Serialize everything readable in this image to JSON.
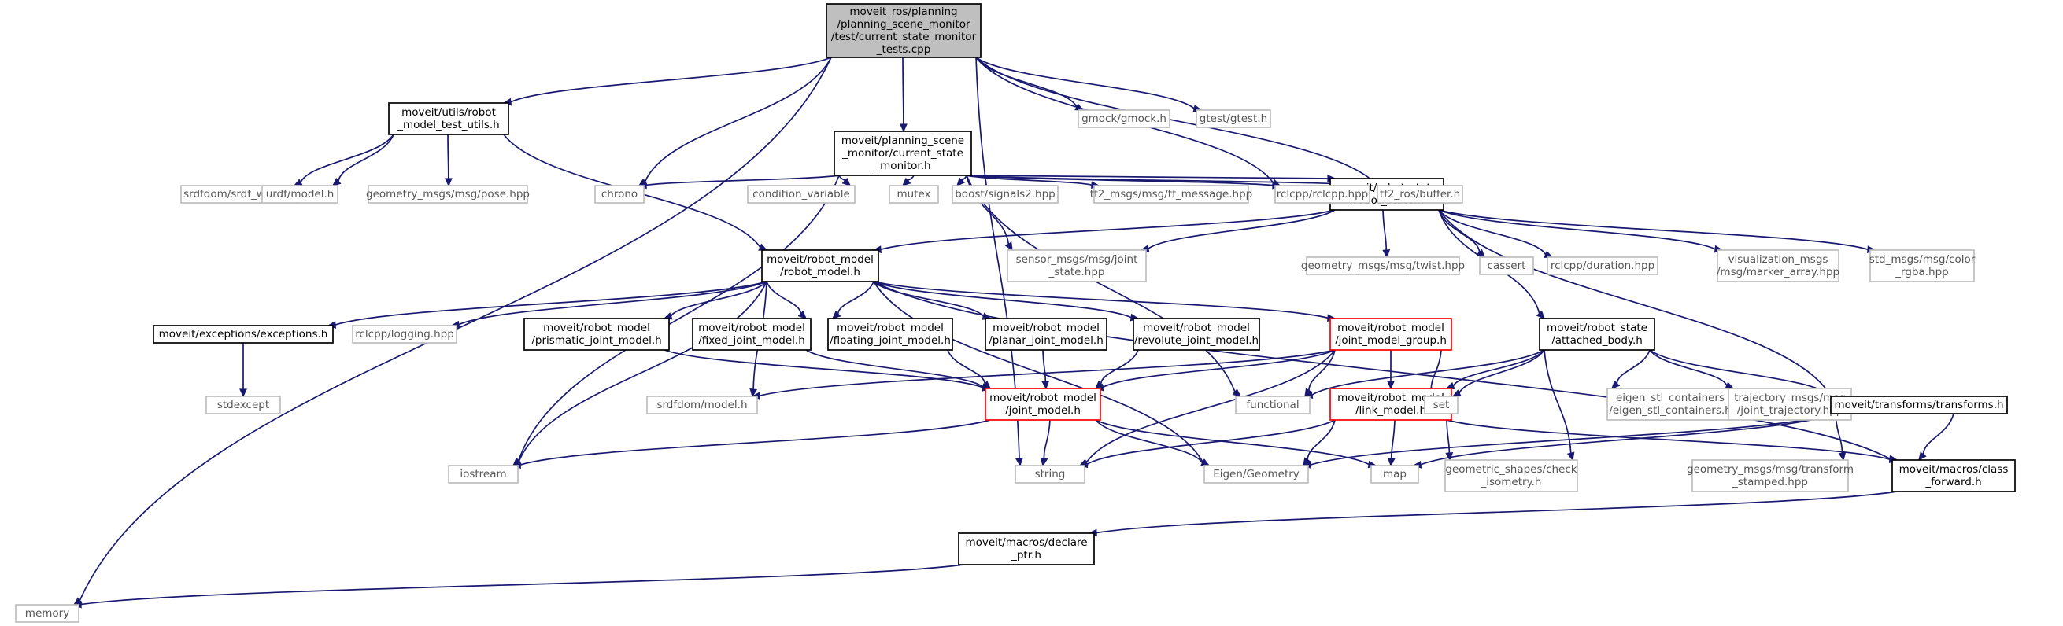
{
  "palette": {
    "edge": "#191970",
    "root_fill": "#bfbfbf",
    "border_normal": "#000000",
    "border_missing": "#bfbfbf",
    "border_truncated": "#ff0000"
  },
  "nodes": [
    {
      "id": "root",
      "lines": [
        "moveit_ros/planning",
        "/planning_scene_monitor",
        "/test/current_state_monitor",
        "_tests.cpp"
      ],
      "style": "root"
    },
    {
      "id": "test_utils",
      "lines": [
        "moveit/utils/robot",
        "_model_test_utils.h"
      ],
      "style": "normal"
    },
    {
      "id": "csm",
      "lines": [
        "moveit/planning_scene",
        "_monitor/current_state",
        "_monitor.h"
      ],
      "style": "normal"
    },
    {
      "id": "gmock",
      "lines": [
        "gmock/gmock.h"
      ],
      "style": "gray"
    },
    {
      "id": "gtest",
      "lines": [
        "gtest/gtest.h"
      ],
      "style": "gray"
    },
    {
      "id": "srdf_writer",
      "lines": [
        "srdfdom/srdf_writer.h"
      ],
      "style": "gray"
    },
    {
      "id": "urdf_model",
      "lines": [
        "urdf/model.h"
      ],
      "style": "gray"
    },
    {
      "id": "pose",
      "lines": [
        "geometry_msgs/msg/pose.hpp"
      ],
      "style": "gray"
    },
    {
      "id": "chrono",
      "lines": [
        "chrono"
      ],
      "style": "gray"
    },
    {
      "id": "cond_var",
      "lines": [
        "condition_variable"
      ],
      "style": "gray"
    },
    {
      "id": "mutex",
      "lines": [
        "mutex"
      ],
      "style": "gray"
    },
    {
      "id": "signals2",
      "lines": [
        "boost/signals2.hpp"
      ],
      "style": "gray"
    },
    {
      "id": "tf_msg",
      "lines": [
        "tf2_msgs/msg/tf_message.hpp"
      ],
      "style": "gray"
    },
    {
      "id": "robot_state",
      "lines": [
        "moveit/robot_state",
        "/robot_state.h"
      ],
      "style": "normal"
    },
    {
      "id": "rclcpp",
      "lines": [
        "rclcpp/rclcpp.hpp"
      ],
      "style": "gray"
    },
    {
      "id": "tf_buffer",
      "lines": [
        "tf2_ros/buffer.h"
      ],
      "style": "gray"
    },
    {
      "id": "robot_model",
      "lines": [
        "moveit/robot_model",
        "/robot_model.h"
      ],
      "style": "normal"
    },
    {
      "id": "joint_state",
      "lines": [
        "sensor_msgs/msg/joint",
        "_state.hpp"
      ],
      "style": "gray"
    },
    {
      "id": "twist",
      "lines": [
        "geometry_msgs/msg/twist.hpp"
      ],
      "style": "gray"
    },
    {
      "id": "cassert",
      "lines": [
        "cassert"
      ],
      "style": "gray"
    },
    {
      "id": "duration",
      "lines": [
        "rclcpp/duration.hpp"
      ],
      "style": "gray"
    },
    {
      "id": "marker_array",
      "lines": [
        "visualization_msgs",
        "/msg/marker_array.hpp"
      ],
      "style": "gray"
    },
    {
      "id": "color_rgba",
      "lines": [
        "std_msgs/msg/color",
        "_rgba.hpp"
      ],
      "style": "gray"
    },
    {
      "id": "exceptions",
      "lines": [
        "moveit/exceptions/exceptions.h"
      ],
      "style": "normal"
    },
    {
      "id": "logging",
      "lines": [
        "rclcpp/logging.hpp"
      ],
      "style": "gray"
    },
    {
      "id": "prismatic",
      "lines": [
        "moveit/robot_model",
        "/prismatic_joint_model.h"
      ],
      "style": "normal"
    },
    {
      "id": "fixed",
      "lines": [
        "moveit/robot_model",
        "/fixed_joint_model.h"
      ],
      "style": "normal"
    },
    {
      "id": "floating",
      "lines": [
        "moveit/robot_model",
        "/floating_joint_model.h"
      ],
      "style": "normal"
    },
    {
      "id": "planar",
      "lines": [
        "moveit/robot_model",
        "/planar_joint_model.h"
      ],
      "style": "normal"
    },
    {
      "id": "revolute",
      "lines": [
        "moveit/robot_model",
        "/revolute_joint_model.h"
      ],
      "style": "normal"
    },
    {
      "id": "jmg",
      "lines": [
        "moveit/robot_model",
        "/joint_model_group.h"
      ],
      "style": "red"
    },
    {
      "id": "attached",
      "lines": [
        "moveit/robot_state",
        "/attached_body.h"
      ],
      "style": "normal"
    },
    {
      "id": "stdexcept",
      "lines": [
        "stdexcept"
      ],
      "style": "gray"
    },
    {
      "id": "srdf_model",
      "lines": [
        "srdfdom/model.h"
      ],
      "style": "gray"
    },
    {
      "id": "joint_model",
      "lines": [
        "moveit/robot_model",
        "/joint_model.h"
      ],
      "style": "red"
    },
    {
      "id": "functional",
      "lines": [
        "functional"
      ],
      "style": "gray"
    },
    {
      "id": "link_model",
      "lines": [
        "moveit/robot_model",
        "/link_model.h"
      ],
      "style": "red"
    },
    {
      "id": "set",
      "lines": [
        "set"
      ],
      "style": "gray"
    },
    {
      "id": "eigen_stl",
      "lines": [
        "eigen_stl_containers",
        "/eigen_stl_containers.h"
      ],
      "style": "gray"
    },
    {
      "id": "traj",
      "lines": [
        "trajectory_msgs/msg",
        "/joint_trajectory.hpp"
      ],
      "style": "gray"
    },
    {
      "id": "transforms",
      "lines": [
        "moveit/transforms/transforms.h"
      ],
      "style": "normal"
    },
    {
      "id": "iostream",
      "lines": [
        "iostream"
      ],
      "style": "gray"
    },
    {
      "id": "string",
      "lines": [
        "string"
      ],
      "style": "gray"
    },
    {
      "id": "eigen_geom",
      "lines": [
        "Eigen/Geometry"
      ],
      "style": "gray"
    },
    {
      "id": "map",
      "lines": [
        "map"
      ],
      "style": "gray"
    },
    {
      "id": "check_iso",
      "lines": [
        "geometric_shapes/check",
        "_isometry.h"
      ],
      "style": "gray"
    },
    {
      "id": "tf_stamped",
      "lines": [
        "geometry_msgs/msg/transform",
        "_stamped.hpp"
      ],
      "style": "gray"
    },
    {
      "id": "class_fwd",
      "lines": [
        "moveit/macros/class",
        "_forward.h"
      ],
      "style": "normal"
    },
    {
      "id": "declare_ptr",
      "lines": [
        "moveit/macros/declare",
        "_ptr.h"
      ],
      "style": "normal"
    },
    {
      "id": "memory",
      "lines": [
        "memory"
      ],
      "style": "gray"
    }
  ]
}
